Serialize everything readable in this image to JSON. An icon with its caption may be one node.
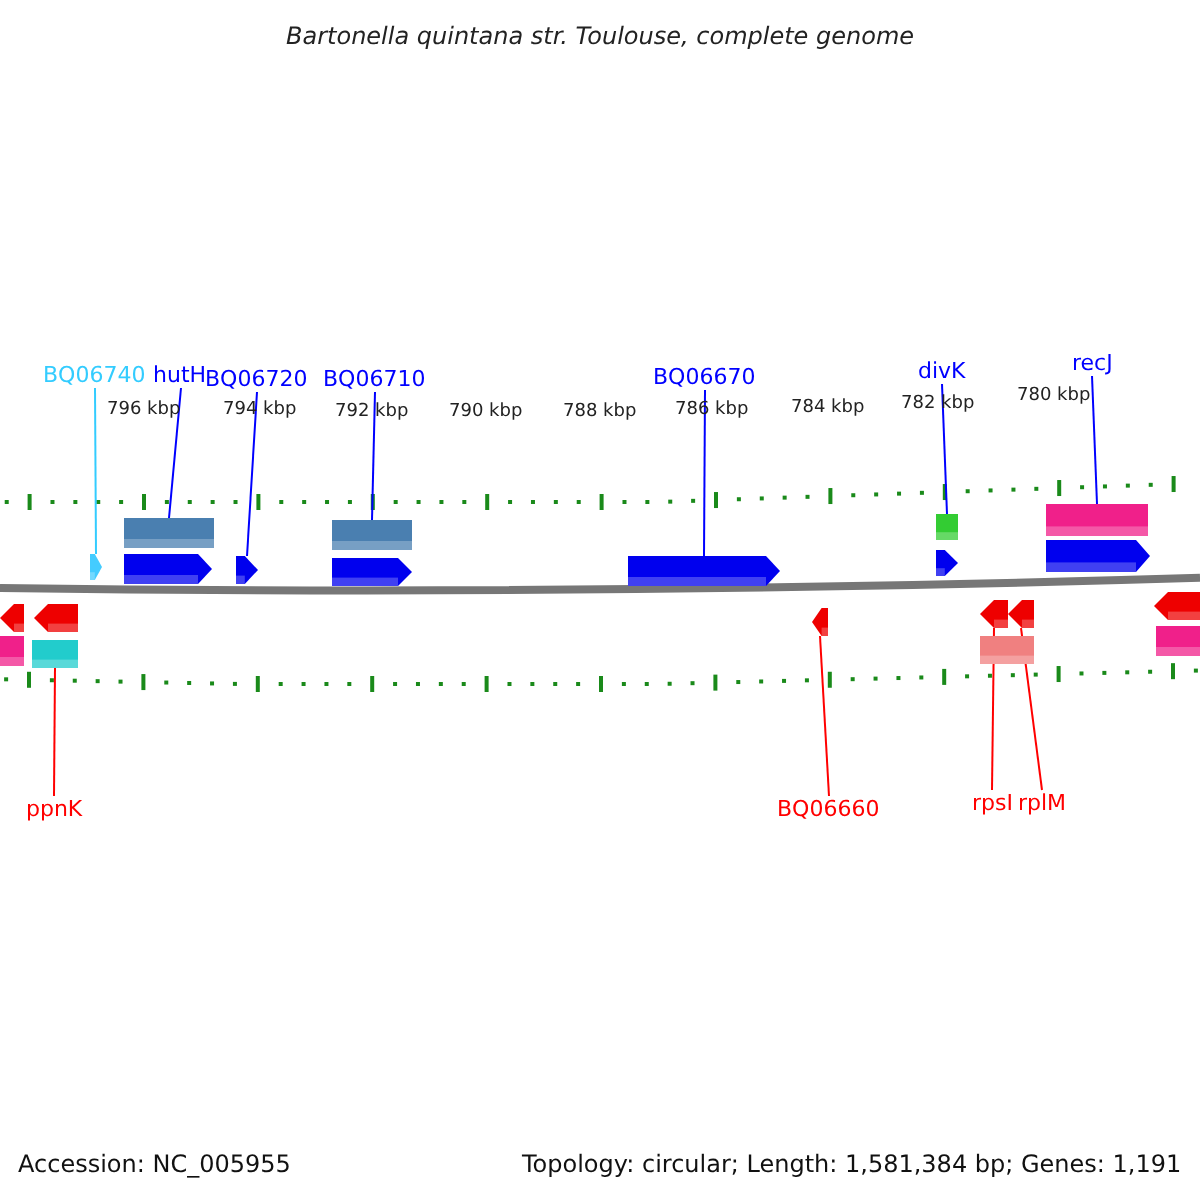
{
  "diagram": {
    "title": "Bartonella quintana str. Toulouse, complete genome",
    "nodes": [
      {
        "text": [
          "BQ06740"
        ]
      },
      {
        "text": [
          "hutH"
        ]
      },
      {
        "text": [
          "BQ06720"
        ]
      },
      {
        "text": [
          "BQ06710"
        ]
      },
      {
        "text": [
          "BQ06670"
        ]
      },
      {
        "text": [
          "divK"
        ]
      },
      {
        "text": [
          "recJ"
        ]
      },
      {
        "text": [],
        "shape": "arrow"
      },
      {
        "text": [],
        "shape": "box"
      },
      {
        "text": [],
        "shape": "arrow"
      },
      {
        "text": [],
        "shape": "box"
      },
      {
        "text": [],
        "shape": "arrow"
      },
      {
        "text": [],
        "shape": "box"
      },
      {
        "text": [],
        "shape": "box"
      },
      {
        "text": [
          "ppnK"
        ]
      },
      {
        "text": [
          "BQ06660"
        ]
      },
      {
        "text": [
          "rpsI"
        ]
      },
      {
        "text": [
          "rplM"
        ]
      },
      {
        "text": [],
        "shape": "box"
      },
      {
        "text": [],
        "shape": "arrow"
      },
      {
        "text": [],
        "shape": "arrow"
      },
      {
        "text": [],
        "shape": "arrow"
      },
      {
        "text": [],
        "shape": "arrow"
      },
      {
        "text": [],
        "shape": "arrow"
      },
      {
        "text": [],
        "shape": "arrow"
      },
      {
        "text": [],
        "shape": "arrow"
      },
      {
        "text": [],
        "shape": "arrow"
      },
      {
        "text": [],
        "shape": "arrow"
      },
      {
        "text": [],
        "shape": "arrow"
      },
      {
        "text": [],
        "shape": "box"
      },
      {
        "text": [],
        "shape": "box"
      },
      {
        "text": [],
        "shape": "box"
      }
    ],
    "edges": [
      {
        "from": 0,
        "to": 7,
        "arrow": "none",
        "color": "#33ccff"
      },
      {
        "from": 1,
        "to": 8,
        "arrow": "none"
      },
      {
        "from": 2,
        "to": 9,
        "arrow": "none"
      },
      {
        "from": 3,
        "to": 10,
        "arrow": "none"
      },
      {
        "from": 4,
        "to": 11,
        "arrow": "none"
      },
      {
        "from": 5,
        "to": 12,
        "arrow": "none"
      },
      {
        "from": 6,
        "to": 13,
        "arrow": "none"
      },
      {
        "from": 14,
        "to": 18,
        "arrow": "none",
        "color": "#ff0000"
      },
      {
        "from": 15,
        "to": 19,
        "arrow": "none",
        "color": "#ff0000"
      },
      {
        "from": 16,
        "to": 20,
        "arrow": "none",
        "color": "#ff0000"
      },
      {
        "from": 17,
        "to": 21,
        "arrow": "none",
        "color": "#ff0000"
      }
    ],
    "labels": [
      "796 kbp",
      "794 kbp",
      "792 kbp",
      "790 kbp",
      "788 kbp",
      "786 kbp",
      "784 kbp",
      "782 kbp",
      "780 kbp",
      "Accession: NC_005955",
      "Topology: circular; Length: 1,581,384 bp; Genes: 1,191"
    ]
  }
}
